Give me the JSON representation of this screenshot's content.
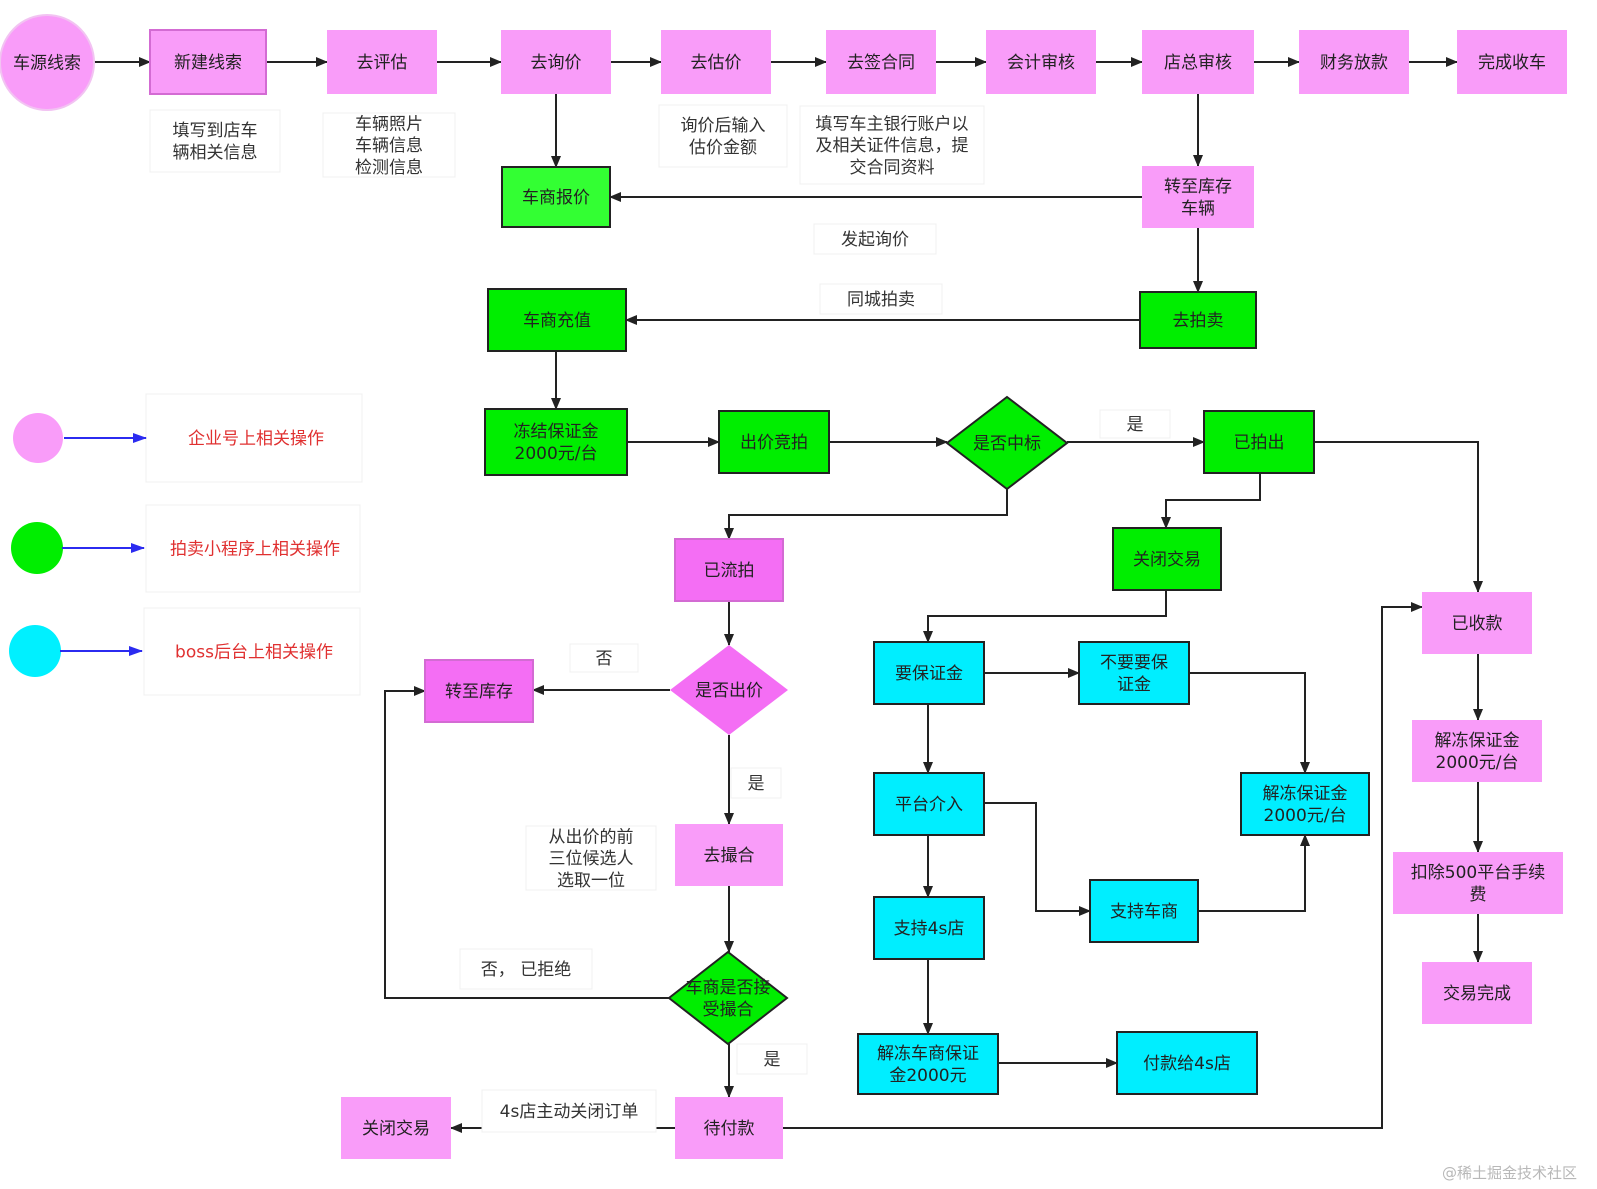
{
  "colors": {
    "pink": "#f99cf9",
    "pink_stroke": "#d36bd3",
    "magenta": "#f46ef4",
    "green": "#00ee00",
    "bright_green": "#33ff33",
    "cyan": "#00eeff",
    "cyan_legend": "#00f0ff",
    "dark": "#222222",
    "legend_arrow": "#2b2bf0",
    "legend_text": "#e03030",
    "label_bg": "#ffffff"
  },
  "diagram": {
    "nodes": [
      {
        "id": "n-source-lead",
        "shape": "circle",
        "color": "pink",
        "text": [
          "车源线索"
        ]
      },
      {
        "id": "n-new-lead",
        "shape": "rect",
        "color": "pink",
        "border": true,
        "text": [
          "新建线索"
        ]
      },
      {
        "id": "n-to-evaluate",
        "shape": "rect",
        "color": "pink",
        "text": [
          "去评估"
        ]
      },
      {
        "id": "n-to-inquire",
        "shape": "rect",
        "color": "pink",
        "text": [
          "去询价"
        ]
      },
      {
        "id": "n-to-estimate",
        "shape": "rect",
        "color": "pink",
        "text": [
          "去估价"
        ]
      },
      {
        "id": "n-to-sign",
        "shape": "rect",
        "color": "pink",
        "text": [
          "去签合同"
        ]
      },
      {
        "id": "n-accounting-review",
        "shape": "rect",
        "color": "pink",
        "text": [
          "会计审核"
        ]
      },
      {
        "id": "n-manager-review",
        "shape": "rect",
        "color": "pink",
        "text": [
          "店总审核"
        ]
      },
      {
        "id": "n-finance-loan",
        "shape": "rect",
        "color": "pink",
        "text": [
          "财务放款"
        ]
      },
      {
        "id": "n-complete-purchase",
        "shape": "rect",
        "color": "pink",
        "text": [
          "完成收车"
        ]
      },
      {
        "id": "n-dealer-quote",
        "shape": "rect",
        "color": "bright_green",
        "border": true,
        "text": [
          "车商报价"
        ]
      },
      {
        "id": "n-to-inventory-top",
        "shape": "rect",
        "color": "pink",
        "text": [
          "转至库存",
          "车辆"
        ]
      },
      {
        "id": "n-dealer-recharge",
        "shape": "rect",
        "color": "green",
        "border": true,
        "text": [
          "车商充值"
        ]
      },
      {
        "id": "n-to-auction",
        "shape": "rect",
        "color": "green",
        "border": true,
        "text": [
          "去拍卖"
        ]
      },
      {
        "id": "n-freeze-deposit",
        "shape": "rect",
        "color": "green",
        "border": true,
        "text": [
          "冻结保证金",
          "2000元/台"
        ]
      },
      {
        "id": "n-bid",
        "shape": "rect",
        "color": "green",
        "border": true,
        "text": [
          "出价竞拍"
        ]
      },
      {
        "id": "n-is-winning",
        "shape": "diamond",
        "color": "green",
        "border": true,
        "text": [
          "是否中标"
        ]
      },
      {
        "id": "n-sold",
        "shape": "rect",
        "color": "green",
        "border": true,
        "text": [
          "已拍出"
        ]
      },
      {
        "id": "n-close-deal-green",
        "shape": "rect",
        "color": "green",
        "border": true,
        "text": [
          "关闭交易"
        ]
      },
      {
        "id": "n-unsold",
        "shape": "rect",
        "color": "magenta",
        "border": true,
        "text": [
          "已流拍"
        ]
      },
      {
        "id": "n-any-bid",
        "shape": "diamond",
        "color": "magenta",
        "text": [
          "是否出价"
        ]
      },
      {
        "id": "n-to-inventory-left",
        "shape": "rect",
        "color": "magenta",
        "border": true,
        "text": [
          "转至库存"
        ]
      },
      {
        "id": "n-to-match",
        "shape": "rect",
        "color": "pink",
        "text": [
          "去撮合"
        ]
      },
      {
        "id": "n-dealer-accept",
        "shape": "diamond",
        "color": "green",
        "border": true,
        "text": [
          "车商是否接",
          "受撮合"
        ]
      },
      {
        "id": "n-pending-payment",
        "shape": "rect",
        "color": "pink",
        "text": [
          "待付款"
        ]
      },
      {
        "id": "n-close-deal-pink",
        "shape": "rect",
        "color": "pink",
        "text": [
          "关闭交易"
        ]
      },
      {
        "id": "n-need-deposit",
        "shape": "rect",
        "color": "cyan",
        "border": true,
        "text": [
          "要保证金"
        ]
      },
      {
        "id": "n-no-deposit",
        "shape": "rect",
        "color": "cyan",
        "border": true,
        "text": [
          "不要要保",
          "证金"
        ]
      },
      {
        "id": "n-platform-intervene",
        "shape": "rect",
        "color": "cyan",
        "border": true,
        "text": [
          "平台介入"
        ]
      },
      {
        "id": "n-unfreeze-deposit-cyan",
        "shape": "rect",
        "color": "cyan",
        "border": true,
        "text": [
          "解冻保证金",
          "2000元/台"
        ]
      },
      {
        "id": "n-support-4s",
        "shape": "rect",
        "color": "cyan",
        "border": true,
        "text": [
          "支持4s店"
        ]
      },
      {
        "id": "n-support-dealer",
        "shape": "rect",
        "color": "cyan",
        "border": true,
        "text": [
          "支持车商"
        ]
      },
      {
        "id": "n-unfreeze-dealer-deposit",
        "shape": "rect",
        "color": "cyan",
        "border": true,
        "text": [
          "解冻车商保证",
          "金2000元"
        ]
      },
      {
        "id": "n-pay-4s",
        "shape": "rect",
        "color": "cyan",
        "border": true,
        "text": [
          "付款给4s店"
        ]
      },
      {
        "id": "n-received",
        "shape": "rect",
        "color": "pink",
        "text": [
          "已收款"
        ]
      },
      {
        "id": "n-unfreeze-deposit-pink",
        "shape": "rect",
        "color": "pink",
        "text": [
          "解冻保证金",
          "2000元/台"
        ]
      },
      {
        "id": "n-deduct-fee",
        "shape": "rect",
        "color": "pink",
        "text": [
          "扣除500平台手续",
          "费"
        ]
      },
      {
        "id": "n-deal-complete",
        "shape": "rect",
        "color": "pink",
        "text": [
          "交易完成"
        ]
      }
    ],
    "notes": [
      {
        "id": "note-new-lead",
        "text": [
          "填写到店车",
          "辆相关信息"
        ]
      },
      {
        "id": "note-evaluate",
        "text": [
          "车辆照片",
          "车辆信息",
          "检测信息"
        ]
      },
      {
        "id": "note-estimate",
        "text": [
          "询价后输入",
          "估价金额"
        ]
      },
      {
        "id": "note-sign",
        "text": [
          "填写车主银行账户以",
          "及相关证件信息，提",
          "交合同资料"
        ]
      },
      {
        "id": "note-start-inquiry",
        "text": [
          "发起询价"
        ]
      },
      {
        "id": "note-same-city-auction",
        "text": [
          "同城拍卖"
        ]
      },
      {
        "id": "note-yes-winning",
        "text": [
          "是"
        ]
      },
      {
        "id": "note-no-bid",
        "text": [
          "否"
        ]
      },
      {
        "id": "note-yes-bid",
        "text": [
          "是"
        ]
      },
      {
        "id": "note-top3",
        "text": [
          "从出价的前",
          "三位候选人",
          "选取一位"
        ]
      },
      {
        "id": "note-rejected",
        "text": [
          "否，  已拒绝"
        ]
      },
      {
        "id": "note-yes-accept",
        "text": [
          "是"
        ]
      },
      {
        "id": "note-4s-close",
        "text": [
          "4s店主动关闭订单"
        ]
      }
    ],
    "legend": [
      {
        "color": "pink",
        "label": "企业号上相关操作"
      },
      {
        "color": "green",
        "label": "拍卖小程序上相关操作"
      },
      {
        "color": "cyan_legend",
        "label": "boss后台上相关操作"
      }
    ]
  },
  "watermark": "@稀土掘金技术社区"
}
